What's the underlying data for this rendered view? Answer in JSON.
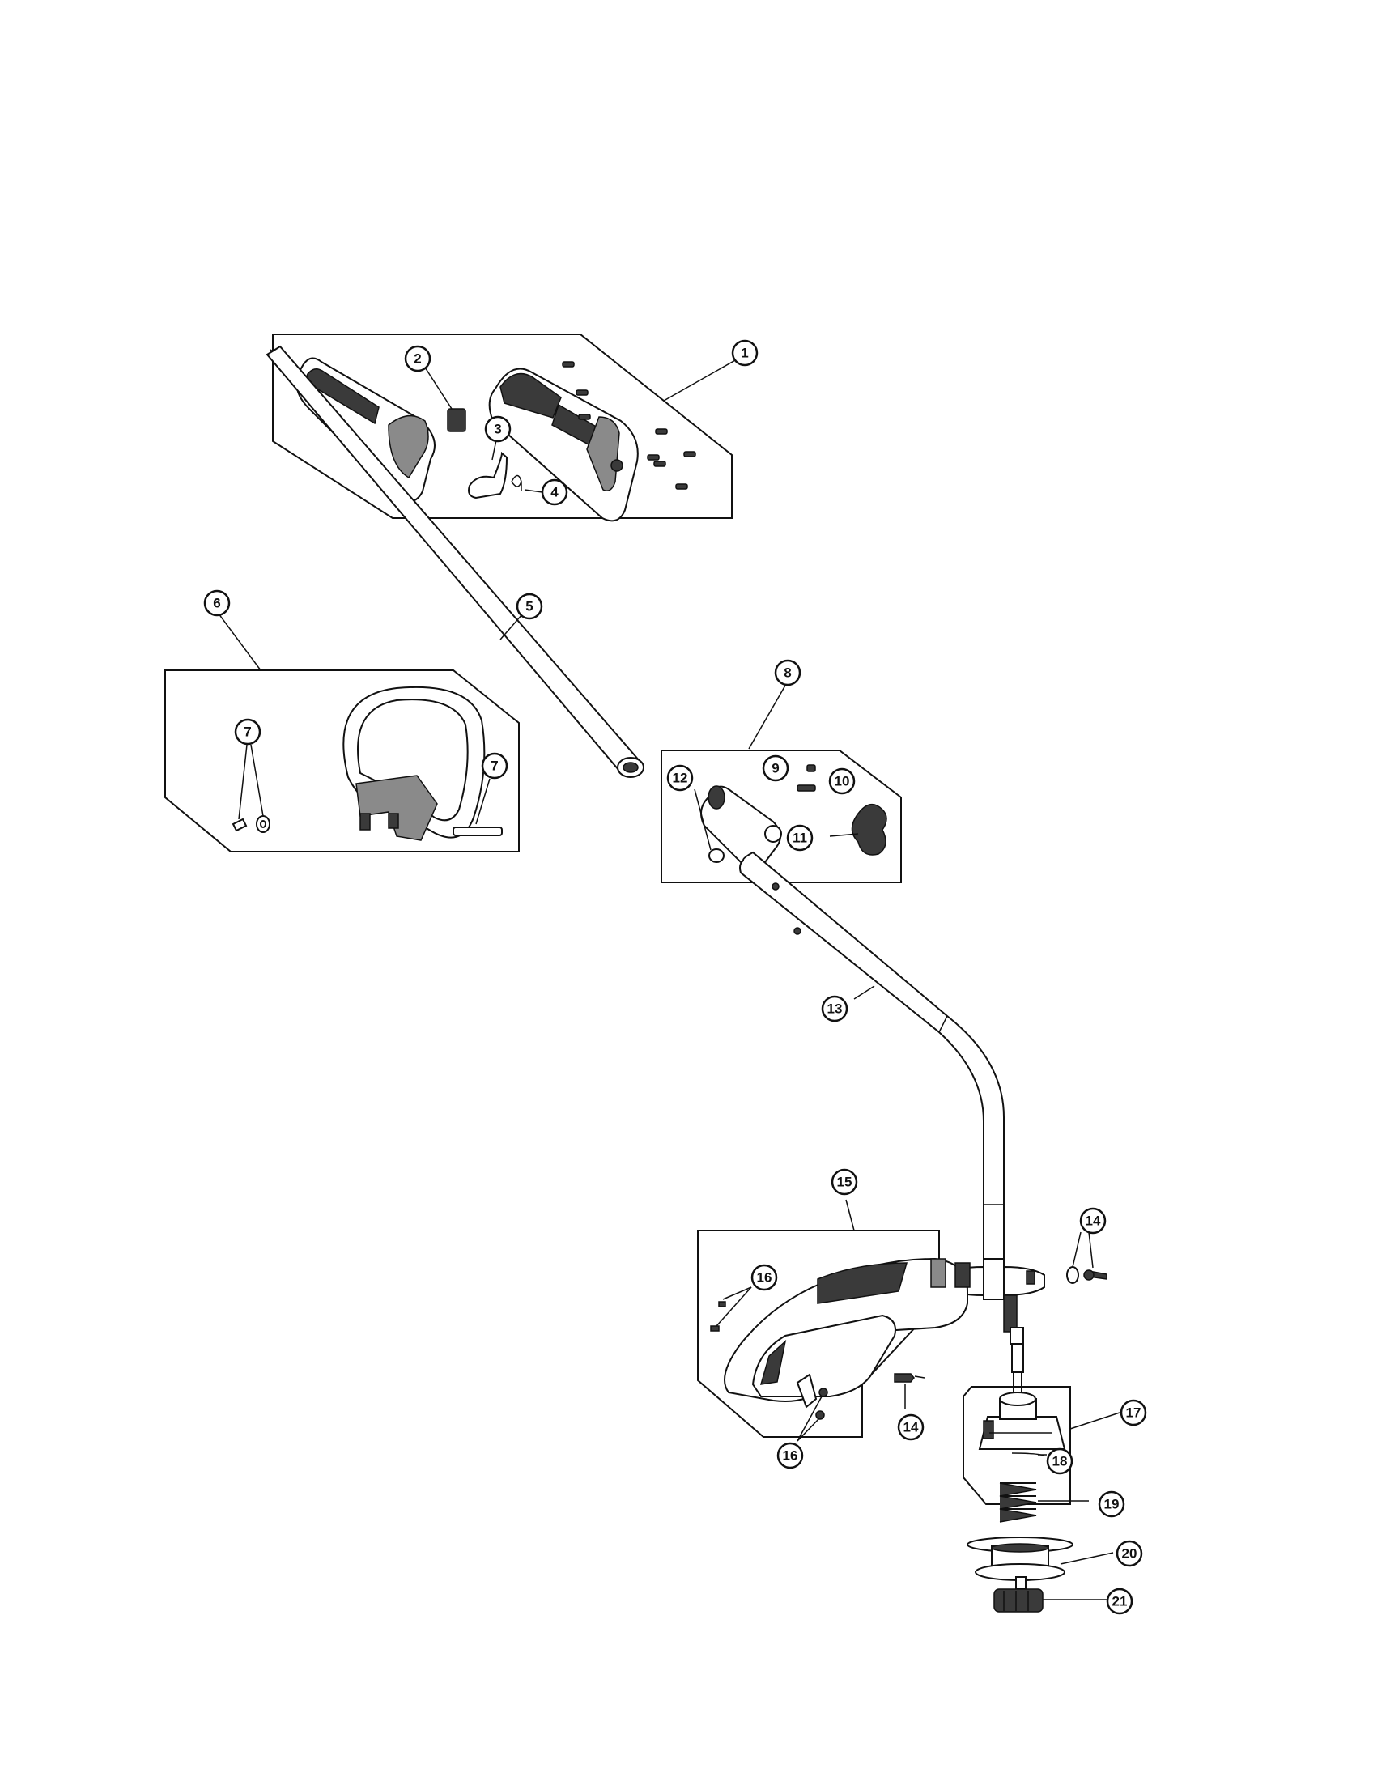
{
  "callouts": [
    {
      "id": "c1",
      "label": "1"
    },
    {
      "id": "c2",
      "label": "2"
    },
    {
      "id": "c3",
      "label": "3"
    },
    {
      "id": "c4",
      "label": "4"
    },
    {
      "id": "c5",
      "label": "5"
    },
    {
      "id": "c6",
      "label": "6"
    },
    {
      "id": "c7a",
      "label": "7"
    },
    {
      "id": "c7b",
      "label": "7"
    },
    {
      "id": "c8",
      "label": "8"
    },
    {
      "id": "c9",
      "label": "9"
    },
    {
      "id": "c10",
      "label": "10"
    },
    {
      "id": "c11",
      "label": "11"
    },
    {
      "id": "c12",
      "label": "12"
    },
    {
      "id": "c13",
      "label": "13"
    },
    {
      "id": "c14a",
      "label": "14"
    },
    {
      "id": "c14b",
      "label": "14"
    },
    {
      "id": "c15",
      "label": "15"
    },
    {
      "id": "c16a",
      "label": "16"
    },
    {
      "id": "c16b",
      "label": "16"
    },
    {
      "id": "c17",
      "label": "17"
    },
    {
      "id": "c18",
      "label": "18"
    },
    {
      "id": "c19",
      "label": "19"
    },
    {
      "id": "c20",
      "label": "20"
    },
    {
      "id": "c21",
      "label": "21"
    }
  ]
}
